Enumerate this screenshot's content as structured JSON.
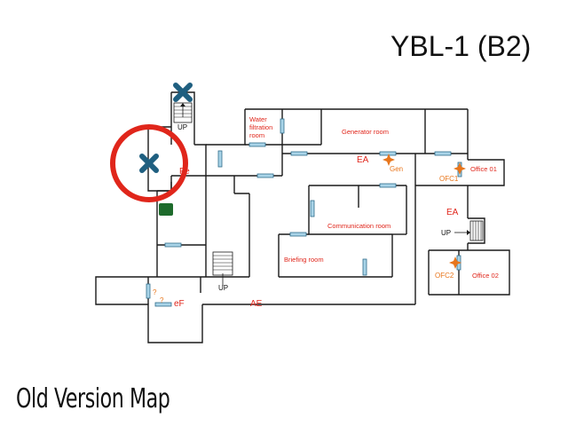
{
  "title": "YBL-1 (B2)",
  "footer": "Old Version Map",
  "rooms": {
    "water": [
      "Water",
      "filtration",
      "room"
    ],
    "generator": "Generator room",
    "communication": "Communication room",
    "briefing": "Briefing room",
    "office01": "Office 01",
    "office02": "Office 02"
  },
  "markers": {
    "ea_top": "EA",
    "gen": "Gen",
    "ofc1": "OFC1",
    "ea_right": "EA",
    "up_right": "UP",
    "ofc2": "OFC2",
    "up_top": "UP",
    "up_bottom": "UP",
    "fe": "Fe",
    "ef": "eF",
    "ae": "AE",
    "q1": "?",
    "q2": "?"
  },
  "colors": {
    "x_marker": "#1f5f80",
    "highlight_ring": "#e0261b",
    "green_box": "#1e6b2c",
    "door_fill": "#a9d4e8",
    "orange_star": "#e8761c",
    "room_text": "#e0261b"
  }
}
